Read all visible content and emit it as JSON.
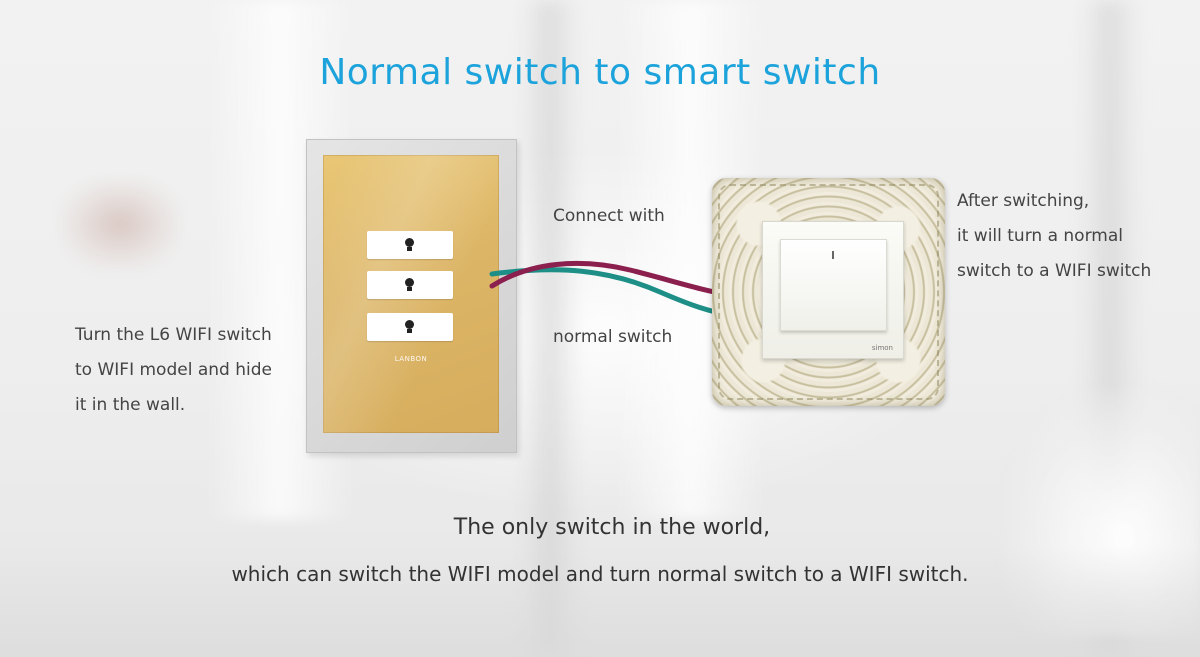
{
  "title": "Normal switch to smart switch",
  "left_caption": {
    "lines": [
      "Turn the L6 WIFI switch",
      "to WIFI model and hide",
      "it in the wall."
    ]
  },
  "connector": {
    "top": "Connect with",
    "bottom": "normal switch"
  },
  "right_caption": {
    "lines": [
      "After switching,",
      "it will turn a normal",
      "switch to a WIFI switch"
    ]
  },
  "smart_panel": {
    "brand": "LANBON",
    "keys": 3
  },
  "normal_switch": {
    "brand": "simon"
  },
  "tagline": {
    "line1": "The only switch in the world,",
    "line2": "which can switch the WIFI model and turn normal switch to a WIFI switch."
  },
  "colors": {
    "title": "#1da3db",
    "wire_red": "#8b1f4e",
    "wire_teal": "#1d8f86",
    "panel_gold": "#dcb566"
  }
}
